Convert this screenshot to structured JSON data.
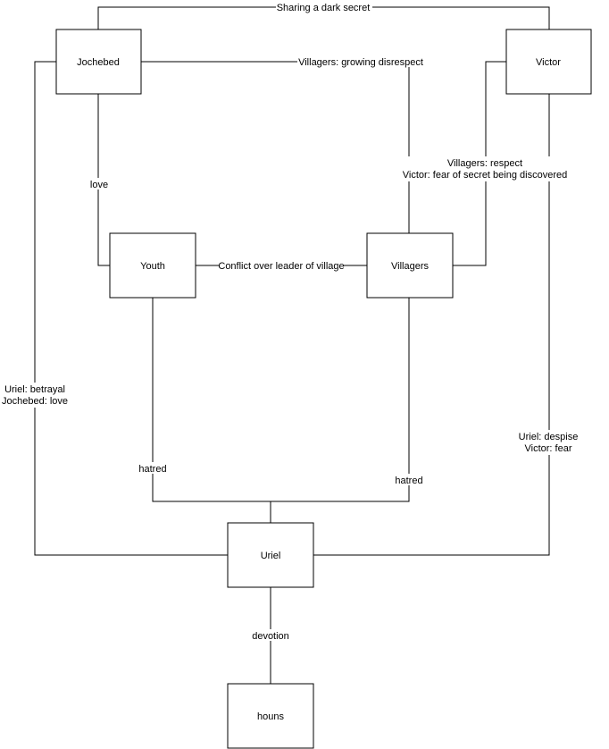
{
  "nodes": {
    "jochebed": "Jochebed",
    "victor": "Victor",
    "youth": "Youth",
    "villagers": "Villagers",
    "uriel": "Uriel",
    "houns": "houns"
  },
  "edges": {
    "jochebed_victor": [
      "Sharing a dark secret"
    ],
    "jochebed_villagers": [
      "Villagers: growing disrespect"
    ],
    "jochebed_youth": [
      "love"
    ],
    "villagers_victor": [
      "Villagers: respect",
      "Victor: fear of secret being discovered"
    ],
    "youth_villagers": [
      "Conflict over leader of village"
    ],
    "jochebed_uriel": [
      "Uriel: betrayal",
      "Jochebed:  love"
    ],
    "victor_uriel": [
      "Uriel: despise",
      "Victor: fear"
    ],
    "youth_uriel": [
      "hatred"
    ],
    "villagers_uriel": [
      "hatred"
    ],
    "uriel_houns": [
      "devotion"
    ]
  }
}
